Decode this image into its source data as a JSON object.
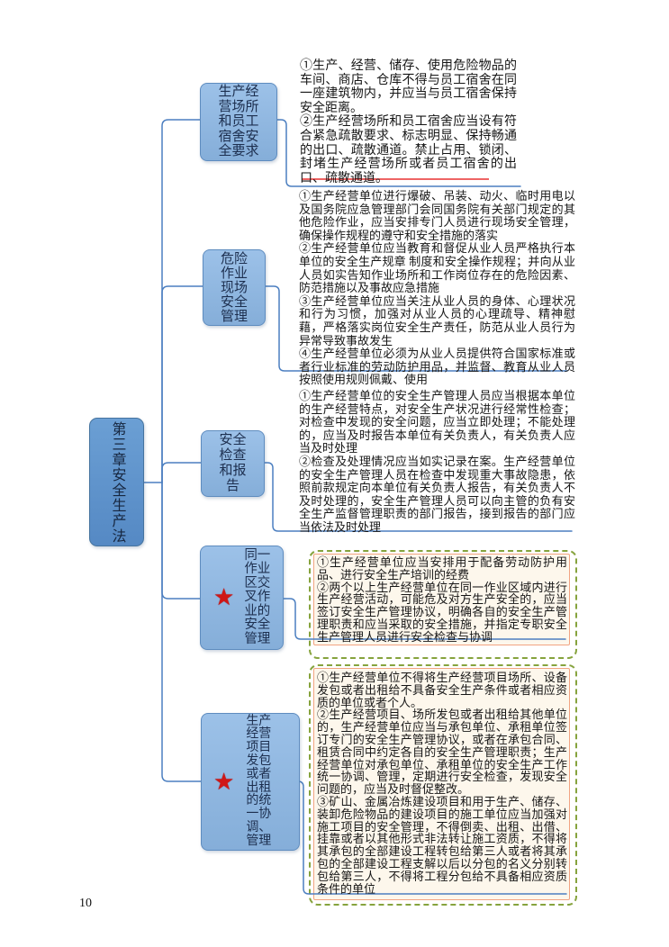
{
  "page": {
    "number": "10"
  },
  "root": {
    "label": "第三章安全生产法"
  },
  "icons": {
    "star": "★"
  },
  "colors": {
    "connector_blue": "#4c7fc0",
    "node_fill": "#8fb6e0",
    "node_border": "#5e8cbf",
    "root_fill": "#5b92cb",
    "star_red": "#cf1717",
    "dashed_border_green": "#86a33d",
    "inner_border_salmon": "#f2a482",
    "inner_fill_cream": "#fdf7ec",
    "red_underline": "#e83030"
  },
  "branches": [
    {
      "topic": "生产经营场所和员工宿舍安全要求",
      "starred": false,
      "paragraphs": [
        "①生产、经营、储存、使用危险物品的车间、商店、仓库不得与员工宿舍在同一座建筑物内，并应当与员工宿舍保持安全距离。",
        "②生产经营场所和员工宿舍应当设有符合紧急疏散要求、标志明显、保持畅通的出口、疏散通道。禁止占用、锁闭、封堵生产经营场所或者员工宿舍的出口、疏散通道。"
      ]
    },
    {
      "topic": "危险作业现场安全管理",
      "starred": false,
      "paragraphs": [
        "①生产经营单位进行爆破、吊装、动火、临时用电以及国务院应急管理部门会同国务院有关部门规定的其他危险作业，应当安排专门人员进行现场安全管理，确保操作规程的遵守和安全措施的落实",
        "②生产经营单位应当教育和督促从业人员严格执行本单位的安全生产规章 制度和安全操作规程；并向从业人员如实告知作业场所和工作岗位存在的危险因素、防范措施以及事故应急措施",
        "③生产经营单位应当关注从业人员的身体、心理状况和行为习惯，加强对从业人员的心理疏导、精神慰藉，严格落实岗位安全生产责任，防范从业人员行为异常导致事故发生",
        "④生产经营单位必须为从业人员提供符合国家标准或者行业标准的劳动防护用品，并监督、教育从业人员按照使用规则佩戴、使用"
      ]
    },
    {
      "topic": "安全检查和报告",
      "starred": false,
      "paragraphs": [
        "①生产经营单位的安全生产管理人员应当根据本单位的生产经营特点，对安全生产状况进行经常性检查；对检查中发现的安全问题，应当立即处理；不能处理的，应当及时报告本单位有关负责人，有关负责人应当及时处理",
        "②检查及处理情况应当如实记录在案。生产经营单位的安全生产管理人员在检查中发现重大事故隐患，依照前款规定向本单位有关负责人报告，有关负责人不及时处理的，安全生产管理人员可以向主管的负有安全生产监督管理职责的部门报告，接到报告的部门应当依法及时处理"
      ]
    },
    {
      "topic": "同一作业区交叉作业的安全管理",
      "starred": true,
      "paragraphs": [
        "①生产经营单位应当安排用于配备劳动防护用品、进行安全生产培训的经费",
        "②两个以上生产经营单位在同一作业区域内进行生产经营活动，可能危及对方生产安全的，应当签订安全生产管理协议，明确各自的安全生产管理职责和应当采取的安全措施，并指定专职安全生产管理人员进行安全检查与协调"
      ]
    },
    {
      "topic": "生产经营项目发包或者出租的统一协调、管理",
      "starred": true,
      "paragraphs": [
        "①生产经营单位不得将生产经营项目场所、设备发包或者出租给不具备安全生产条件或者相应资质的单位或者个人。",
        "②生产经营项目、场所发包或者出租给其他单位的，生产经营单位应当与承包单位、承租单位签订专门的安全生产管理协议，或者在承包合同、租赁合同中约定各自的安全生产管理职责；生产经营单位对承包单位、承租单位的安全生产工作统一协调、管理，定期进行安全检查，发现安全问题的，应当及时督促整改。",
        "③矿山、金属冶炼建设项目和用于生产、储存、装卸危险物品的建设项目的施工单位应当加强对施工项目的安全管理，不得倒卖、出租、出借、挂靠或者以其他形式非法转让施工资质，不得将其承包的全部建设工程转包给第三人或者将其承包的全部建设工程支解以后以分包的名义分别转包给第三人，不得将工程分包给不具备相应资质条件的单位"
      ]
    }
  ]
}
